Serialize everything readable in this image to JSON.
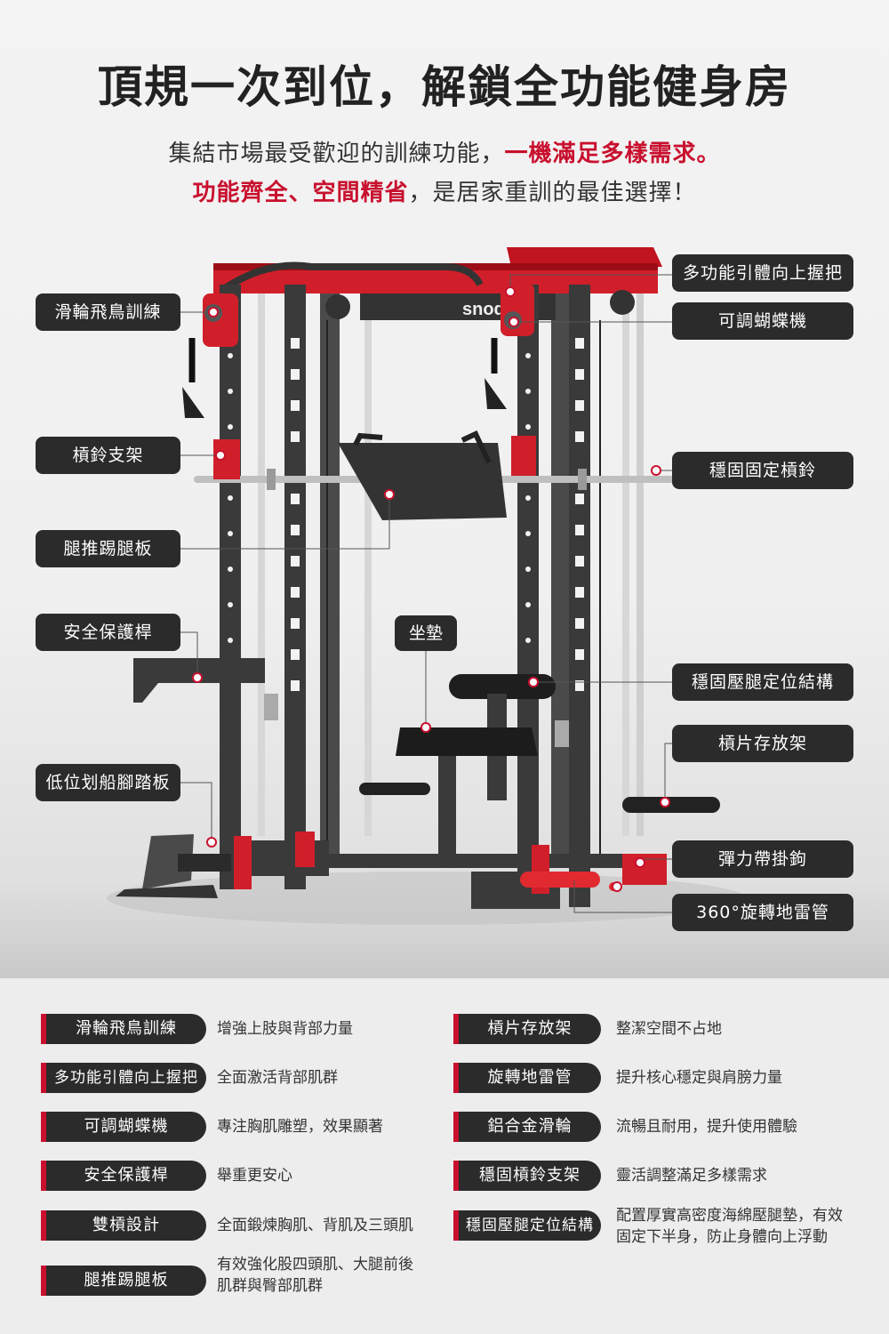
{
  "header": {
    "title": "頂規一次到位，解鎖全功能健身房",
    "line1_normal": "集結市場最受歡迎的訓練功能，",
    "line1_red": "一機滿足多樣需求。",
    "line2_red": "功能齊全、空間精省",
    "line2_normal": "，是居家重訓的最佳選擇！"
  },
  "product": {
    "brand": "snode"
  },
  "callouts": {
    "left": [
      "滑輪飛鳥訓練",
      "槓鈴支架",
      "腿推踢腿板",
      "安全保護桿",
      "低位划船腳踏板"
    ],
    "right": [
      "多功能引體向上握把",
      "可調蝴蝶機",
      "穩固固定槓鈴",
      "穩固壓腿定位結構",
      "槓片存放架",
      "彈力帶掛鉤",
      "360°旋轉地雷管"
    ],
    "center": "坐墊"
  },
  "features_left": [
    {
      "name": "滑輪飛鳥訓練",
      "desc": [
        "增強上肢與背部力量"
      ]
    },
    {
      "name": "多功能引體向上握把",
      "desc": [
        "全面激活背部肌群"
      ]
    },
    {
      "name": "可調蝴蝶機",
      "desc": [
        "專注胸肌雕塑，效果顯著"
      ]
    },
    {
      "name": "安全保護桿",
      "desc": [
        "舉重更安心"
      ]
    },
    {
      "name": "雙槓設計",
      "desc": [
        "全面鍛煉胸肌、背肌及三頭肌"
      ]
    },
    {
      "name": "腿推踢腿板",
      "desc": [
        "有效強化股四頭肌、大腿前後",
        "肌群與臀部肌群"
      ]
    }
  ],
  "features_right": [
    {
      "name": "槓片存放架",
      "desc": [
        "整潔空間不占地"
      ]
    },
    {
      "name": "旋轉地雷管",
      "desc": [
        "提升核心穩定與肩膀力量"
      ]
    },
    {
      "name": "鋁合金滑輪",
      "desc": [
        "流暢且耐用，提升使用體驗"
      ]
    },
    {
      "name": "穩固槓鈴支架",
      "desc": [
        "靈活調整滿足多樣需求"
      ]
    },
    {
      "name": "穩固壓腿定位結構",
      "desc": [
        "配置厚實高密度海綿壓腿墊，有效",
        "固定下半身，防止身體向上浮動"
      ]
    }
  ],
  "colors": {
    "accent": "#c8102e",
    "dark": "#2b2b2b",
    "frame": "#3a3a3a"
  }
}
